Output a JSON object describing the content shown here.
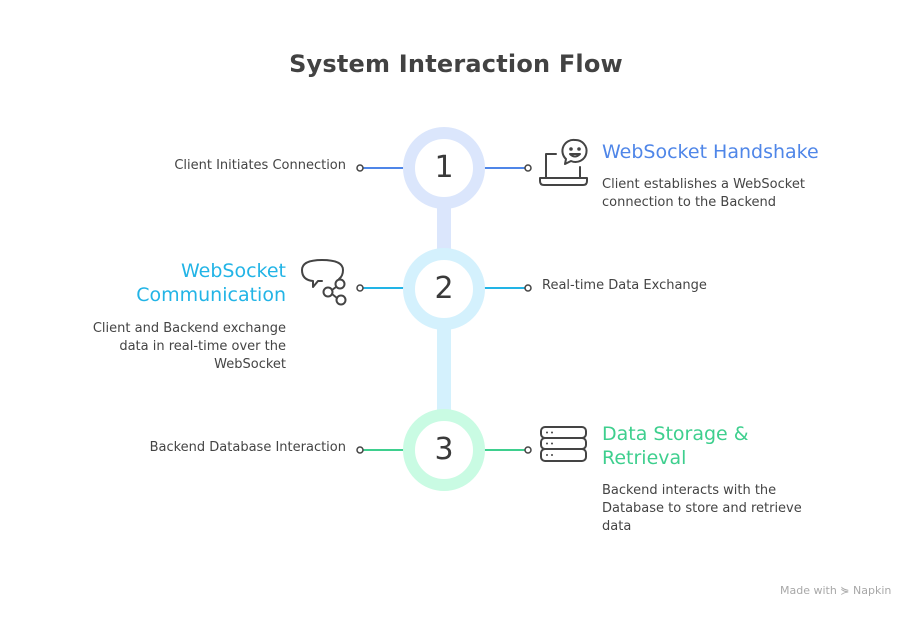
{
  "title": "System Interaction Flow",
  "colors": {
    "step1_accent": "#4f86e8",
    "step1_ring": "#dbe6fc",
    "step2_accent": "#22b4e6",
    "step2_ring": "#d4f1fd",
    "step3_accent": "#3ecf8e",
    "step3_ring": "#c9fbe3",
    "connector_1_2": "#dbe6fc",
    "connector_2_3": "#d4f1fd"
  },
  "steps": [
    {
      "number": "1",
      "side_label": "Client Initiates Connection",
      "heading": "WebSocket Handshake",
      "description_lines": [
        "Client establishes a WebSocket",
        "connection to the Backend"
      ],
      "icon": "laptop-chat-icon"
    },
    {
      "number": "2",
      "side_label": "Real-time Data Exchange",
      "heading_lines": [
        "WebSocket",
        "Communication"
      ],
      "description_lines": [
        "Client and Backend exchange",
        "data in real-time over the",
        "WebSocket"
      ],
      "icon": "chat-share-icon"
    },
    {
      "number": "3",
      "side_label": "Backend Database Interaction",
      "heading_lines": [
        "Data Storage &",
        "Retrieval"
      ],
      "description_lines": [
        "Backend interacts with the",
        "Database to store and retrieve",
        "data"
      ],
      "icon": "database-server-icon"
    }
  ],
  "credit": "Made with ⋟ Napkin"
}
